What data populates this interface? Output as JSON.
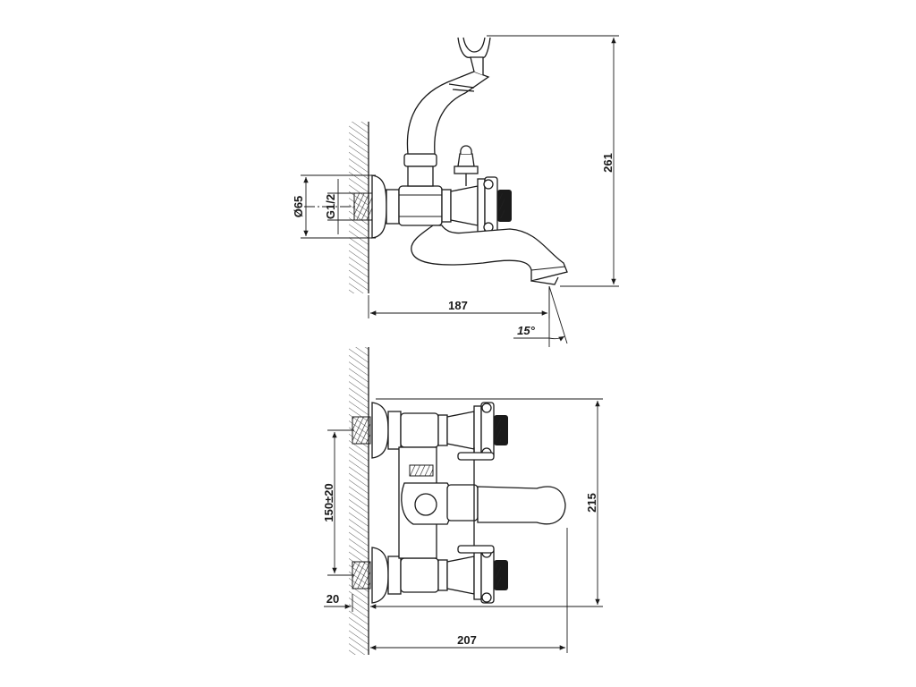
{
  "side_view": {
    "dim_height": "261",
    "dim_depth": "187",
    "dim_angle": "15°",
    "dim_flange_dia": "Ø65",
    "dim_thread": "G1/2"
  },
  "top_view": {
    "dim_depth": "207",
    "dim_width": "215",
    "dim_spacing": "150±20",
    "dim_offset": "20"
  }
}
